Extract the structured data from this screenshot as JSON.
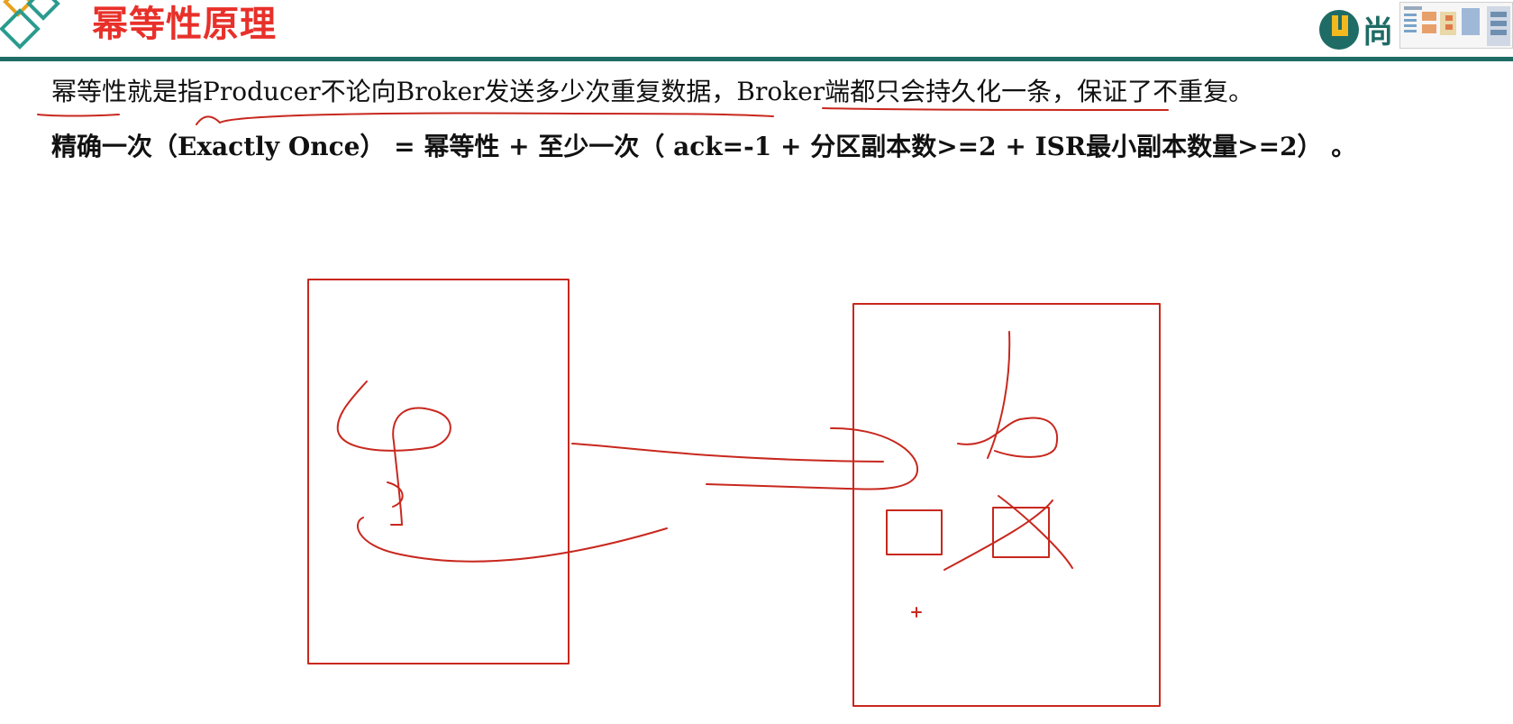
{
  "header": {
    "title": "幂等性原理",
    "brand_text": "尚",
    "brand_color": "#1f6b65",
    "title_color": "#e8302a"
  },
  "content": {
    "line1": "幂等性就是指Producer不论向Broker发送多少次重复数据，Broker端都只会持久化一条，保证了不重复。",
    "line2": "精确一次（Exactly Once） = 幂等性 + 至少一次（ ack=-1 +  分区副本数>=2  +  ISR最小副本数量>=2） 。"
  },
  "annotations": {
    "ink_color": "#c8281e",
    "drawings": [
      "producer-box",
      "broker-box",
      "arrow-stroke",
      "stored-message-box",
      "rejected-duplicate-box"
    ]
  }
}
